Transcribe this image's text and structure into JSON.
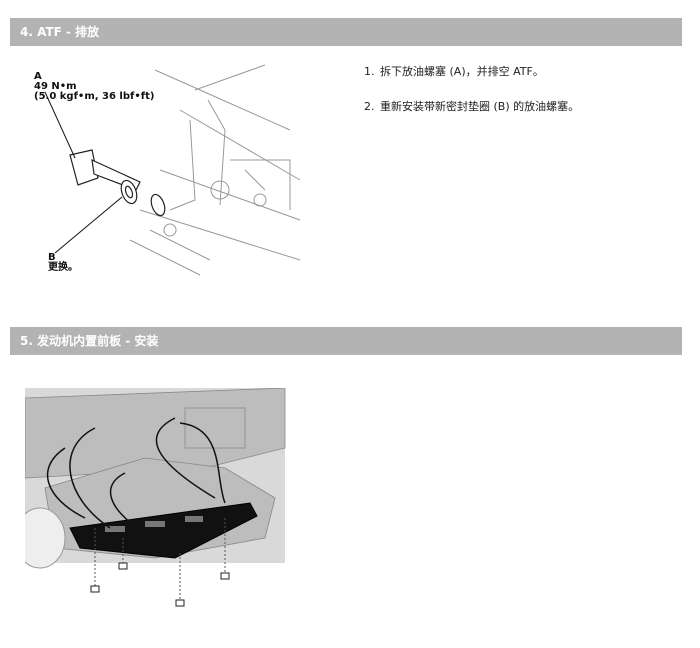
{
  "section4": {
    "title": "4. ATF - 排放",
    "callout_a": {
      "letter": "A",
      "torque": "49 N•m",
      "torque_alt": "(5.0 kgf•m, 36 lbf•ft)"
    },
    "callout_b": {
      "letter": "B",
      "note": "更换。"
    },
    "steps": [
      {
        "num": "1.",
        "text": "拆下放油螺塞 (A)，并排空 ATF。"
      },
      {
        "num": "2.",
        "text": "重新安装带新密封垫圈 (B) 的放油螺塞。"
      }
    ]
  },
  "section5": {
    "title": "5. 发动机内置前板  - 安装"
  }
}
